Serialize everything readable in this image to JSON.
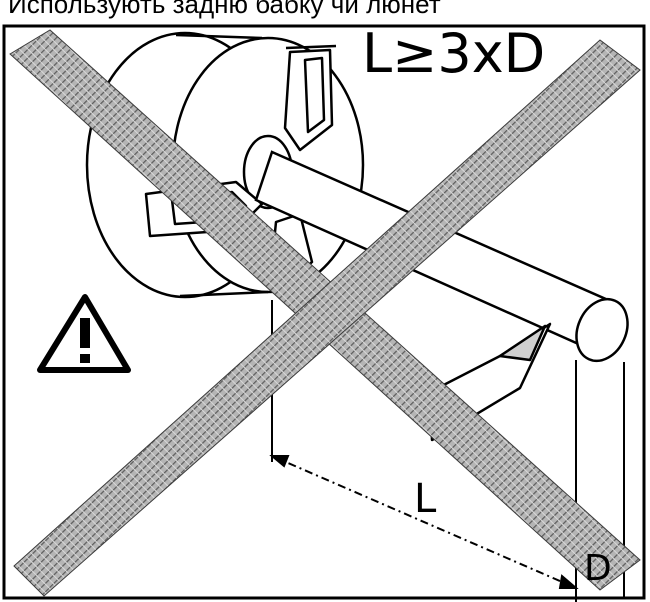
{
  "caption": "Использують задню бабку чи люнет",
  "diagram": {
    "formula": "L≥3xD",
    "length_label": "L",
    "diameter_label": "D",
    "warning_symbol": "!"
  },
  "colors": {
    "ink": "#000000",
    "hatch": "#8a8a8a",
    "background": "#ffffff"
  },
  "icons": [
    "warning-triangle-icon",
    "crossed-out-x-icon"
  ]
}
